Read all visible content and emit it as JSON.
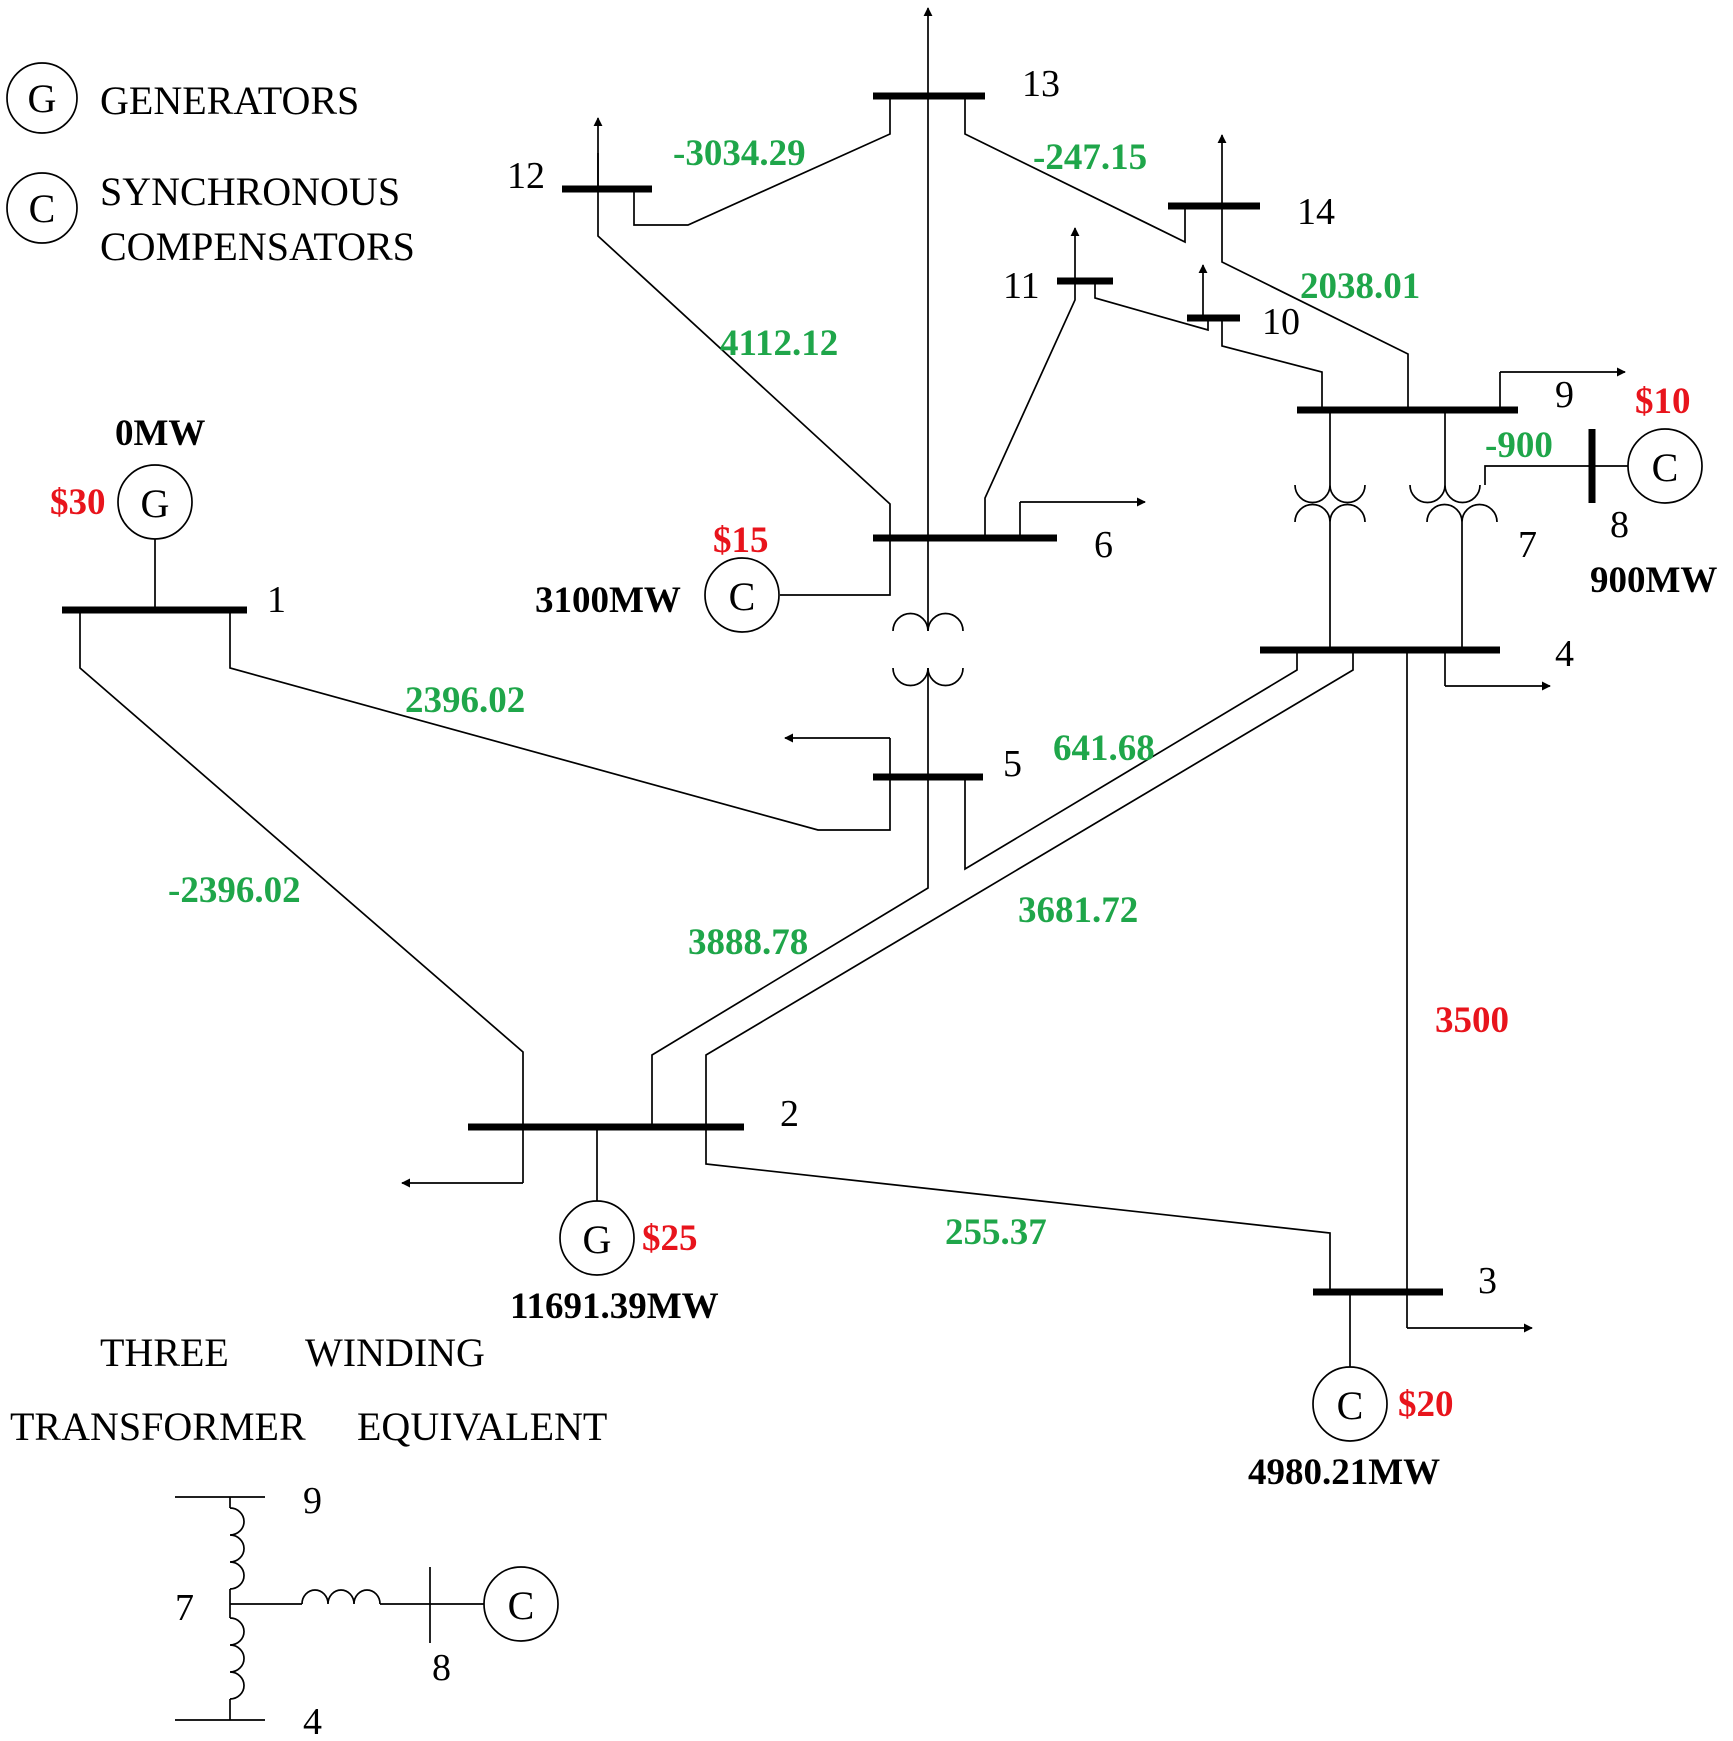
{
  "legend": {
    "generator_symbol": "G",
    "generator_label": "GENERATORS",
    "compensator_symbol": "C",
    "compensator_label_line1": "SYNCHRONOUS",
    "compensator_label_line2": "COMPENSATORS"
  },
  "buses": {
    "b1": "1",
    "b2": "2",
    "b3": "3",
    "b4": "4",
    "b5": "5",
    "b6": "6",
    "b7": "7",
    "b8": "8",
    "b9": "9",
    "b10": "10",
    "b11": "11",
    "b12": "12",
    "b13": "13",
    "b14": "14"
  },
  "units": {
    "gen_bus1": {
      "symbol": "G",
      "output": "0MW",
      "price": "$30"
    },
    "gen_bus2": {
      "symbol": "G",
      "output": "11691.39MW",
      "price": "$25"
    },
    "comp_bus3": {
      "symbol": "C",
      "output": "4980.21MW",
      "price": "$20"
    },
    "comp_bus6": {
      "symbol": "C",
      "output": "3100MW",
      "price": "$15"
    },
    "comp_bus8": {
      "symbol": "C",
      "output": "900MW",
      "price": "$10"
    }
  },
  "flows": {
    "line_12_13": "-3034.29",
    "line_13_14": "-247.15",
    "line_9_14": "2038.01",
    "line_6_12": "4112.12",
    "line_7_8": "-900",
    "line_1_5": "2396.02",
    "line_4_5": "641.68",
    "line_1_2": "-2396.02",
    "line_2_4": "3681.72",
    "line_2_5": "3888.78",
    "line_3_4": "3500",
    "line_2_3": "255.37"
  },
  "colors": {
    "flow_green": "#1fa64a",
    "price_red": "#e8141c",
    "congested_line_red": "#e8141c"
  },
  "inset": {
    "title_line1_a": "THREE",
    "title_line1_b": "WINDING",
    "title_line2_a": "TRANSFORMER",
    "title_line2_b": "EQUIVALENT",
    "bus9": "9",
    "bus7": "7",
    "bus8": "8",
    "bus4": "4",
    "symbol": "C"
  }
}
